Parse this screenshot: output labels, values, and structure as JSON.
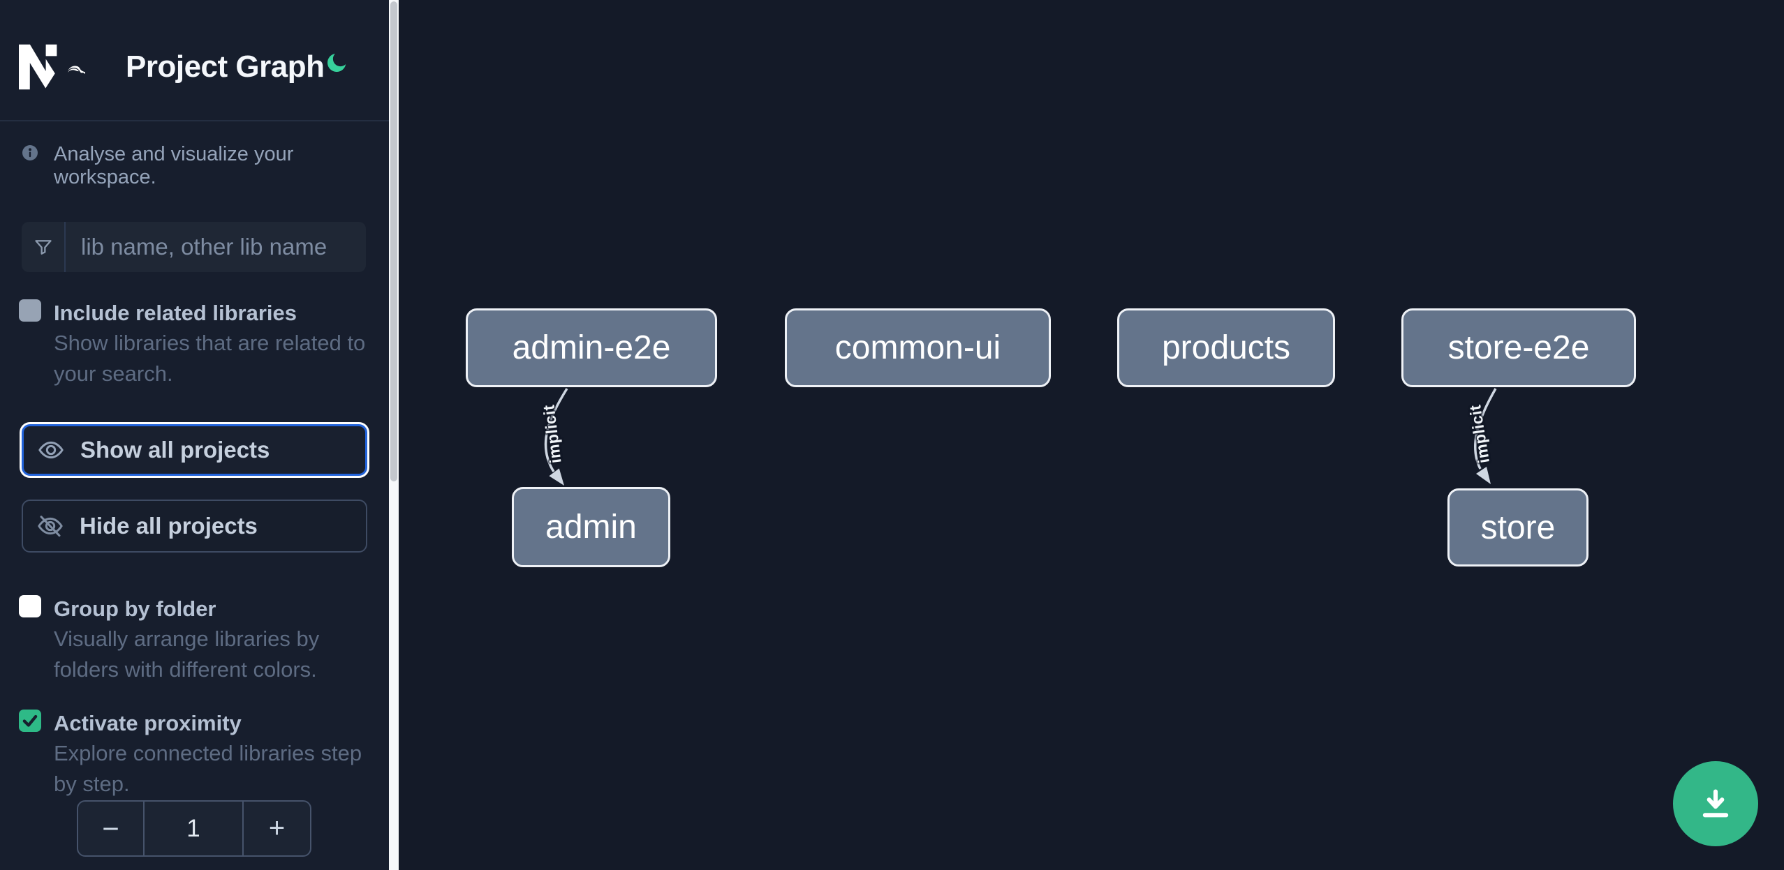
{
  "header": {
    "title": "Project Graph",
    "logo": "nx-logo",
    "theme_icon": "moon-icon",
    "accent_moon_color": "#37d09b"
  },
  "sidebar": {
    "tagline": "Analyse and visualize your workspace.",
    "filter": {
      "placeholder": "lib name, other lib name",
      "value": ""
    },
    "include_related": {
      "label": "Include related libraries",
      "checked": false,
      "desc_lines": [
        "Show libraries that are related to",
        "your search."
      ]
    },
    "buttons": {
      "show_all": "Show all projects",
      "hide_all": "Hide all projects"
    },
    "group_by_folder": {
      "label": "Group by folder",
      "checked": false,
      "desc_lines": [
        "Visually arrange libraries by",
        "folders with different colors."
      ]
    },
    "activate_proximity": {
      "label": "Activate proximity",
      "checked": true,
      "desc_lines": [
        "Explore connected libraries step",
        "by step."
      ]
    },
    "proximity_stepper": {
      "decrement": "−",
      "value": "1",
      "increment": "+"
    }
  },
  "graph": {
    "nodes": [
      {
        "label": "admin-e2e"
      },
      {
        "label": "common-ui"
      },
      {
        "label": "products"
      },
      {
        "label": "store-e2e"
      },
      {
        "label": "admin"
      },
      {
        "label": "store"
      }
    ],
    "edges": [
      {
        "from": "admin-e2e",
        "to": "admin",
        "label": "implicit"
      },
      {
        "from": "store-e2e",
        "to": "store",
        "label": "implicit"
      }
    ]
  },
  "colors": {
    "focus_blue": "#2263da",
    "checkbox_green": "#2eba87",
    "fab_green": "#33b788",
    "node_fill": "#64748b",
    "sidebar_bg": "#171e2d",
    "canvas_bg": "#141a28"
  }
}
